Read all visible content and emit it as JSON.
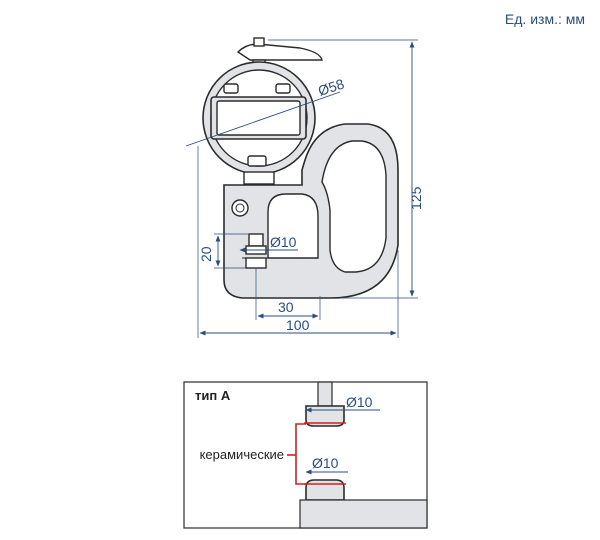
{
  "units_label": "Ед. изм.: мм",
  "dimensions": {
    "dial_diameter": "Ø58",
    "height_total": "125",
    "gap": "20",
    "anvil_diameter": "Ø10",
    "throat_depth": "30",
    "width_total": "100"
  },
  "detail": {
    "title": "тип А",
    "upper_diameter": "Ø10",
    "lower_diameter": "Ø10",
    "material_label": "керамические"
  },
  "colors": {
    "dimension": "#2a4d80",
    "outline": "#2b2b2b",
    "body_fill": "#e1e3e6",
    "ceramic_mark": "#d42020"
  }
}
